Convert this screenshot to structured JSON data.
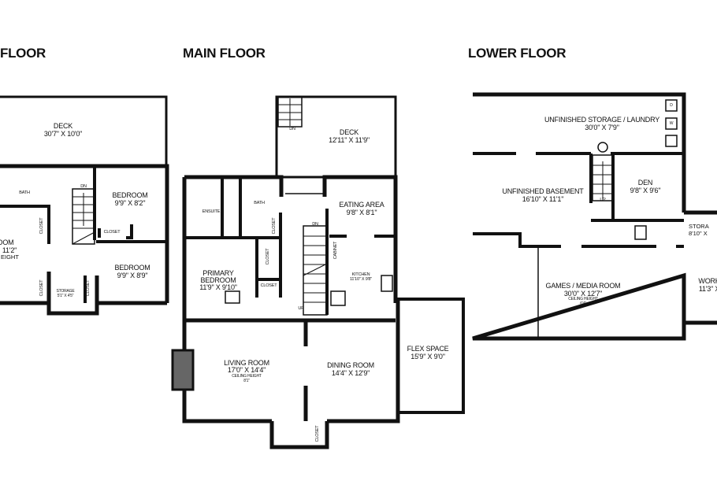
{
  "titles": {
    "upper": "FLOOR",
    "main": "MAIN FLOOR",
    "lower": "LOWER FLOOR"
  },
  "upper_floor": {
    "deck": {
      "name": "DECK",
      "size": "30'7\" X 10'0\""
    },
    "bath": "BATH",
    "bedroom_1": {
      "name": "BEDROOM",
      "size": "9'9\" X 8'2\""
    },
    "bedroom_2": {
      "name": "BEDROOM",
      "size": "9'9\" X 8'9\""
    },
    "partial_room": {
      "name": "OOM",
      "size": "11'2\"",
      "note": "EIGHT"
    },
    "storage": {
      "name": "STORAGE",
      "size": "5'1\" X 4'5\""
    },
    "closet": "CLOSET",
    "dn": "DN"
  },
  "main_floor": {
    "deck": {
      "name": "DECK",
      "size": "12'11\" X 11'9\""
    },
    "ensuite": "ENSUITE",
    "bath": "BATH",
    "eating_area": {
      "name": "EATING AREA",
      "size": "9'8\" X 8'1\""
    },
    "cabinet": "CABINET",
    "kitchen": {
      "name": "KITCHEN",
      "size": "11'10\" X 9'8\""
    },
    "primary_bedroom": {
      "name1": "PRIMARY",
      "name2": "BEDROOM",
      "size": "11'9\" X 9'10\""
    },
    "living_room": {
      "name": "LIVING ROOM",
      "size": "17'0\" X 14'4\"",
      "ceiling_label": "CEILING HEIGHT",
      "ceiling": "8'1\""
    },
    "dining_room": {
      "name": "DINING ROOM",
      "size": "14'4\" X 12'9\""
    },
    "flex_space": {
      "name": "FLEX SPACE",
      "size": "15'9\" X 9'0\""
    },
    "closet": "CLOSET",
    "dn": "DN",
    "up": "UP"
  },
  "lower_floor": {
    "storage_laundry": {
      "name": "UNFINISHED STORAGE / LAUNDRY",
      "size": "30'0\" X 7'9\""
    },
    "basement": {
      "name": "UNFINISHED BASEMENT",
      "size": "16'10\" X 11'1\""
    },
    "den": {
      "name": "DEN",
      "size": "9'8\" X 9'6\""
    },
    "games_media": {
      "name": "GAMES / MEDIA ROOM",
      "size": "30'0\" X 12'7\"",
      "ceiling_label": "CEILING HEIGHT",
      "ceiling": "6'4\""
    },
    "storage_partial": {
      "name": "STORA",
      "size": "8'10\" X"
    },
    "workshop_partial": {
      "name": "WORK",
      "size": "11'3\" X"
    },
    "dryer": "D",
    "washer": "W",
    "up": "UP"
  }
}
